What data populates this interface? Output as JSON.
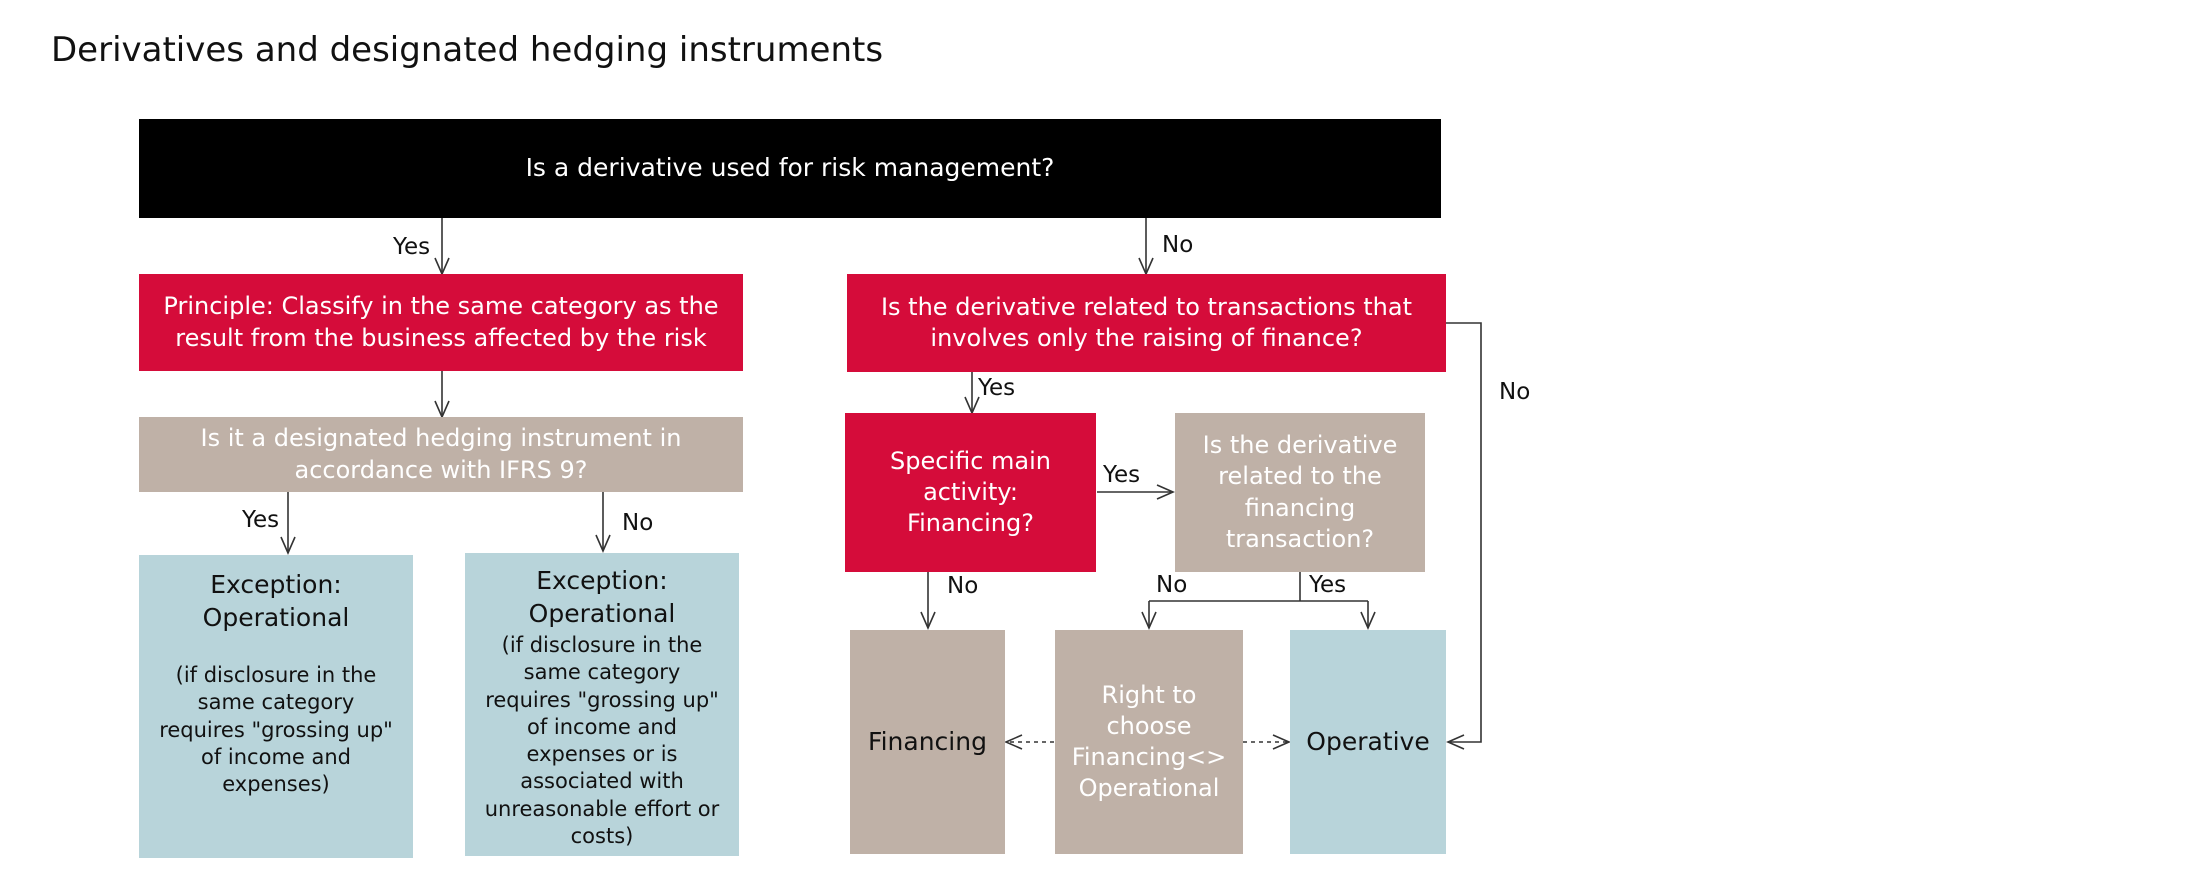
{
  "title": "Derivatives and designated hedging instruments",
  "colors": {
    "black": "#000000",
    "red": "#d50c3a",
    "taupe": "#bfb1a7",
    "blue": "#b8d4da",
    "line": "#333333"
  },
  "nodes": {
    "top_question": "Is a derivative used for risk management?",
    "principle": "Principle: Classify in the same category as the result from the business affected by the risk",
    "hedging_question": "Is it a designated hedging instrument in accordance with IFRS 9?",
    "exception_left": {
      "title": "Exception: Operational",
      "body": "(if disclosure in the same category requires \"grossing up\" of income and expenses)"
    },
    "exception_right": {
      "title": "Exception: Operational",
      "body": "(if disclosure in the same category requires \"grossing up\" of income and expenses or is associated with unreasonable effort or costs)"
    },
    "finance_question": "Is the derivative related to transactions that involves only the raising of finance?",
    "specific_activity": "Specific main activity: Financing?",
    "related_question": "Is the derivative related to the financing transaction?",
    "financing": "Financing",
    "right_to_choose": "Right to choose Financing<> Operational",
    "operative": "Operative"
  },
  "edge_labels": {
    "yes_principle": "Yes",
    "no_finance_question": "No",
    "yes_exception_left": "Yes",
    "no_exception_right": "No",
    "yes_specific": "Yes",
    "yes_related": "Yes",
    "no_financing": "No",
    "no_right_to_choose": "No",
    "yes_operative": "Yes",
    "no_operative_side": "No"
  }
}
